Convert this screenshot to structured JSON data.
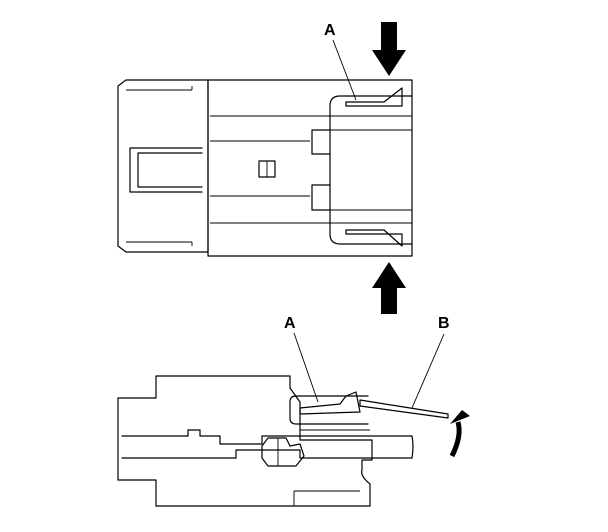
{
  "labels": {
    "top_a": "A",
    "bottom_a": "A",
    "bottom_b": "B"
  },
  "colors": {
    "line": "#000000",
    "background": "#ffffff"
  }
}
